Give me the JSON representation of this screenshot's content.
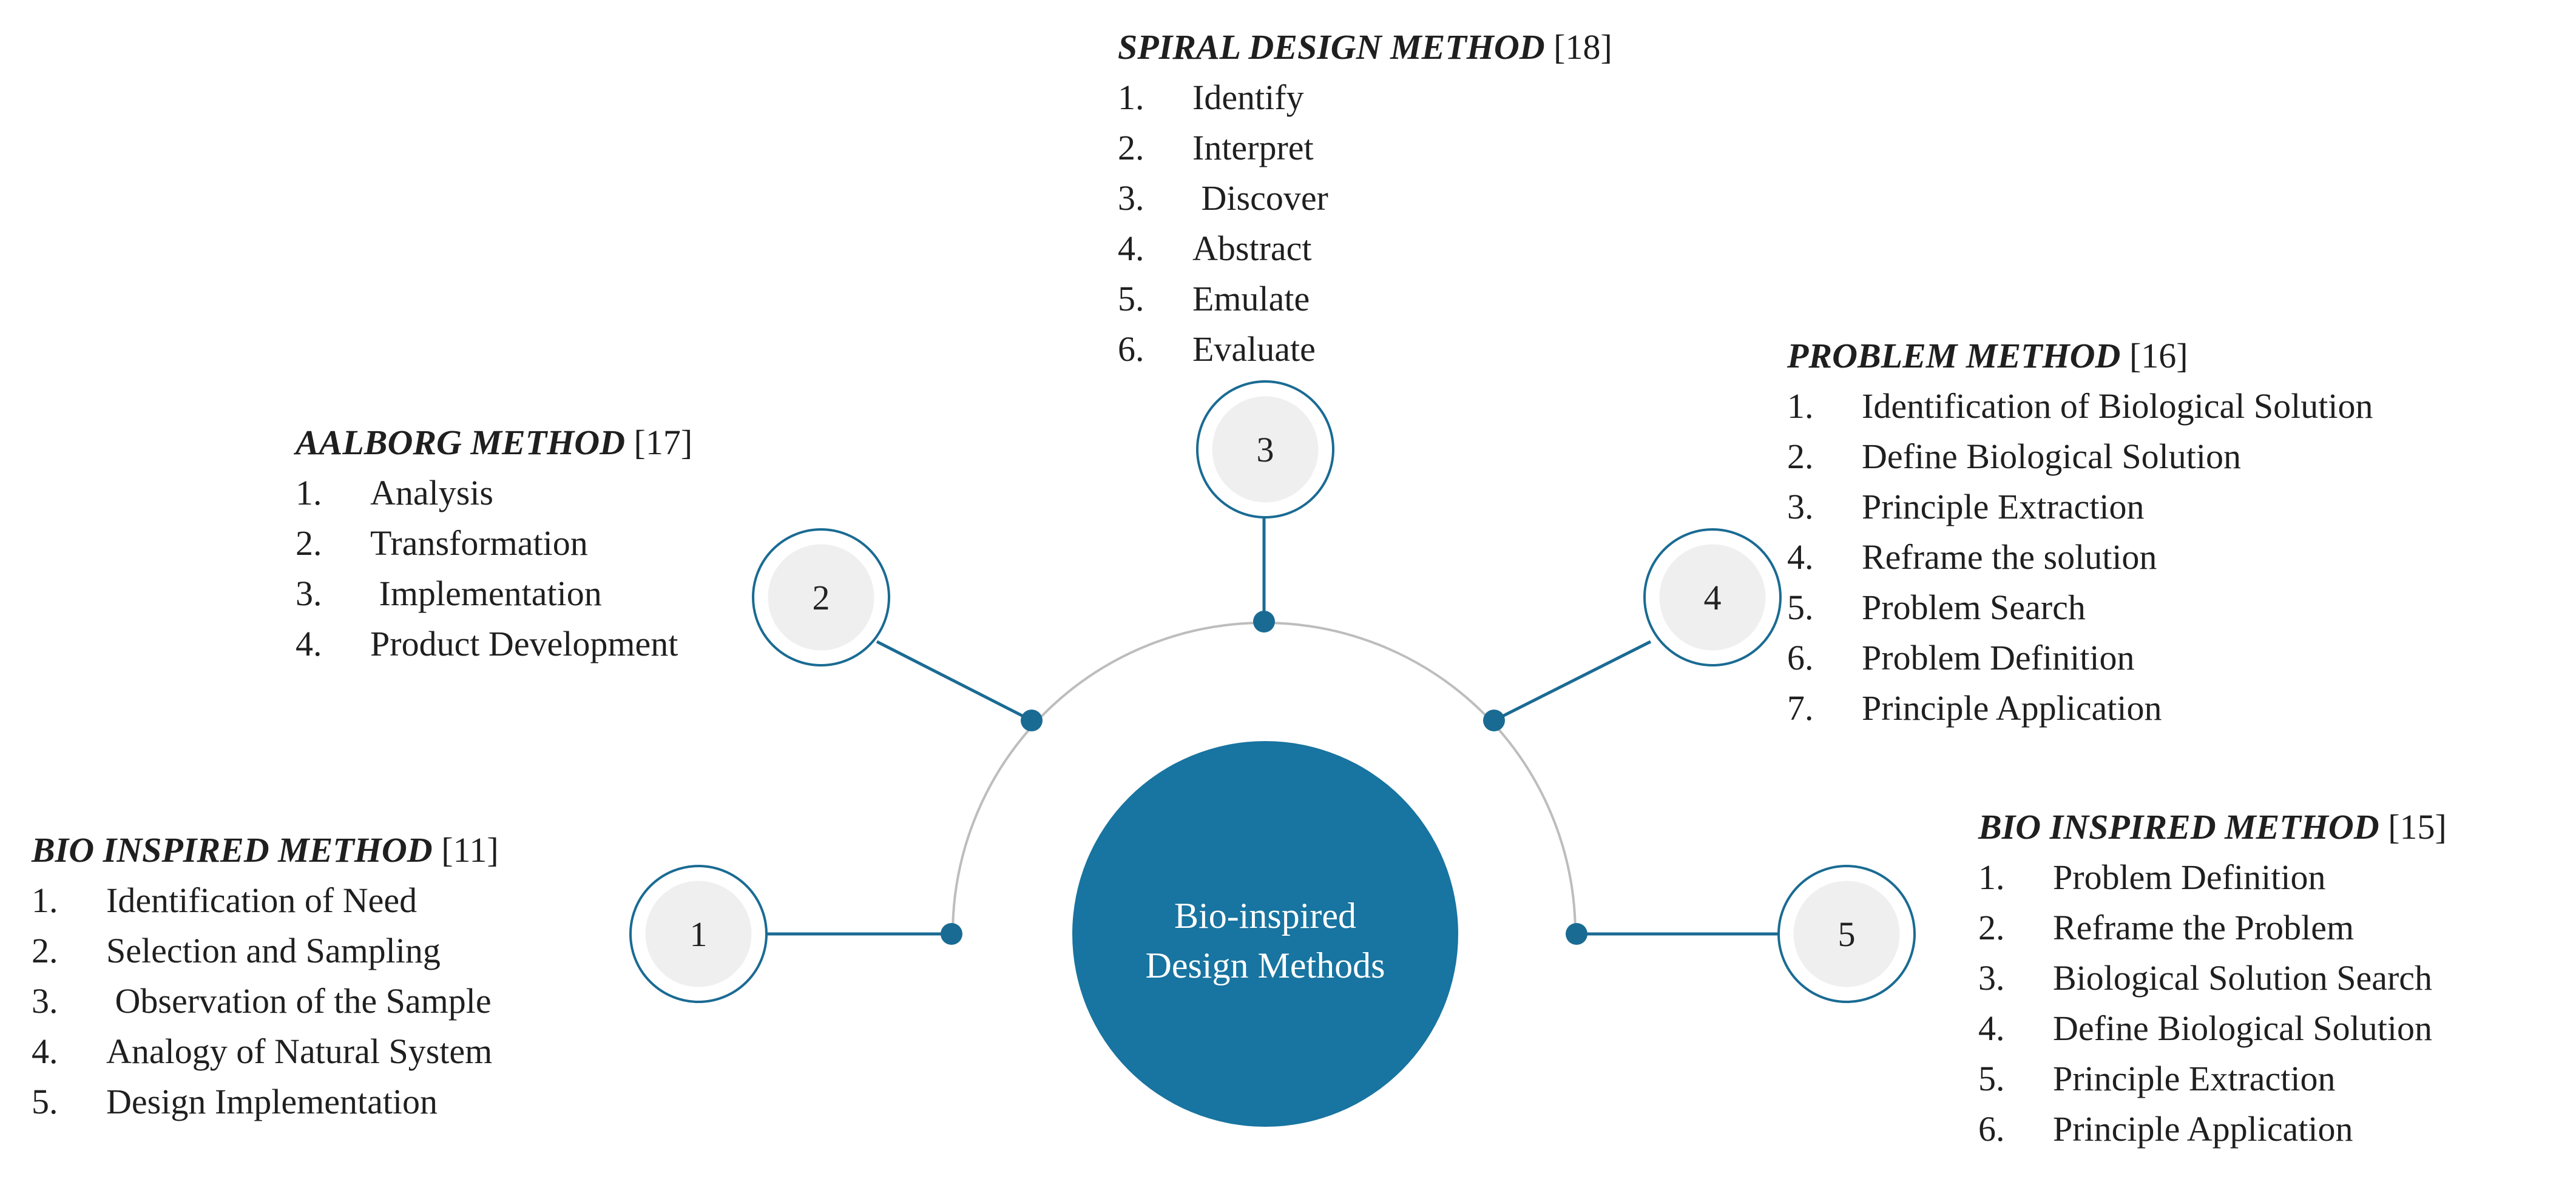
{
  "center": {
    "line1": "Bio-inspired",
    "line2": "Design Methods"
  },
  "nodes": [
    {
      "number": "1"
    },
    {
      "number": "2"
    },
    {
      "number": "3"
    },
    {
      "number": "4"
    },
    {
      "number": "5"
    }
  ],
  "methods": [
    {
      "title": "BIO INSPIRED METHOD",
      "ref": "[11]",
      "steps": [
        {
          "num": "1.",
          "text": "Identification of Need"
        },
        {
          "num": "2.",
          "text": "Selection and Sampling"
        },
        {
          "num": "3.",
          "text": " Observation of the Sample"
        },
        {
          "num": "4.",
          "text": "Analogy of Natural System"
        },
        {
          "num": "5.",
          "text": "Design Implementation"
        }
      ]
    },
    {
      "title": "AALBORG METHOD",
      "ref": "[17]",
      "steps": [
        {
          "num": "1.",
          "text": "Analysis"
        },
        {
          "num": "2.",
          "text": "Transformation"
        },
        {
          "num": "3.",
          "text": " Implementation"
        },
        {
          "num": "4.",
          "text": "Product Development"
        }
      ]
    },
    {
      "title": "SPIRAL DESIGN METHOD",
      "ref": "[18]",
      "steps": [
        {
          "num": "1.",
          "text": "Identify"
        },
        {
          "num": "2.",
          "text": "Interpret"
        },
        {
          "num": "3.",
          "text": " Discover"
        },
        {
          "num": "4.",
          "text": "Abstract"
        },
        {
          "num": "5.",
          "text": "Emulate"
        },
        {
          "num": "6.",
          "text": "Evaluate"
        }
      ]
    },
    {
      "title": "PROBLEM METHOD",
      "ref": "[16]",
      "steps": [
        {
          "num": "1.",
          "text": "Identification of Biological Solution"
        },
        {
          "num": "2.",
          "text": "Define Biological Solution"
        },
        {
          "num": "3.",
          "text": "Principle Extraction"
        },
        {
          "num": "4.",
          "text": "Reframe the solution"
        },
        {
          "num": "5.",
          "text": "Problem Search"
        },
        {
          "num": "6.",
          "text": "Problem Definition"
        },
        {
          "num": "7.",
          "text": "Principle Application"
        }
      ]
    },
    {
      "title": "BIO INSPIRED METHOD",
      "ref": "[15]",
      "steps": [
        {
          "num": "1.",
          "text": "Problem Definition"
        },
        {
          "num": "2.",
          "text": "Reframe the Problem"
        },
        {
          "num": "3.",
          "text": "Biological Solution Search"
        },
        {
          "num": "4.",
          "text": "Define Biological Solution"
        },
        {
          "num": "5.",
          "text": "Principle Extraction"
        },
        {
          "num": "6.",
          "text": "Principle Application"
        }
      ]
    }
  ],
  "colors": {
    "accent": "#1874a0",
    "ring": "#1a6b93",
    "arc": "#bdbdbd",
    "node_fill": "#efefef"
  }
}
